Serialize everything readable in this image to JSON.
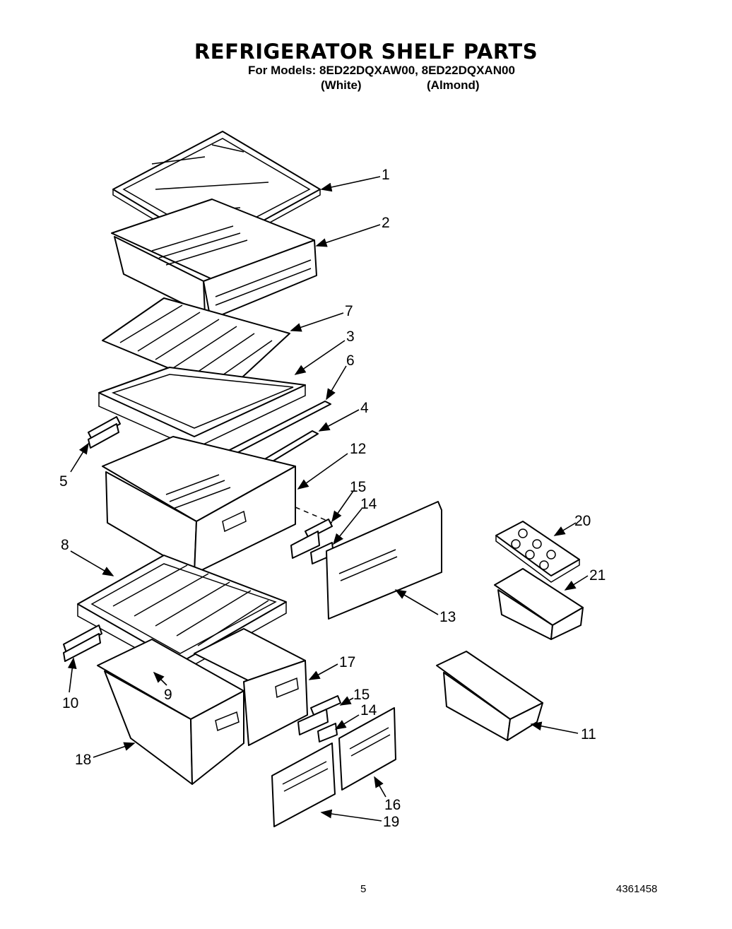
{
  "title": "REFRIGERATOR SHELF PARTS",
  "models_line": "For Models: 8ED22DQXAW00, 8ED22DQXAN00",
  "color_white": "(White)",
  "color_almond": "(Almond)",
  "page_number": "5",
  "document_number": "4361458",
  "callouts": [
    "1",
    "2",
    "7",
    "3",
    "6",
    "4",
    "5",
    "12",
    "15",
    "14",
    "8",
    "20",
    "21",
    "13",
    "10",
    "9",
    "17",
    "15",
    "14",
    "11",
    "18",
    "16",
    "19"
  ]
}
